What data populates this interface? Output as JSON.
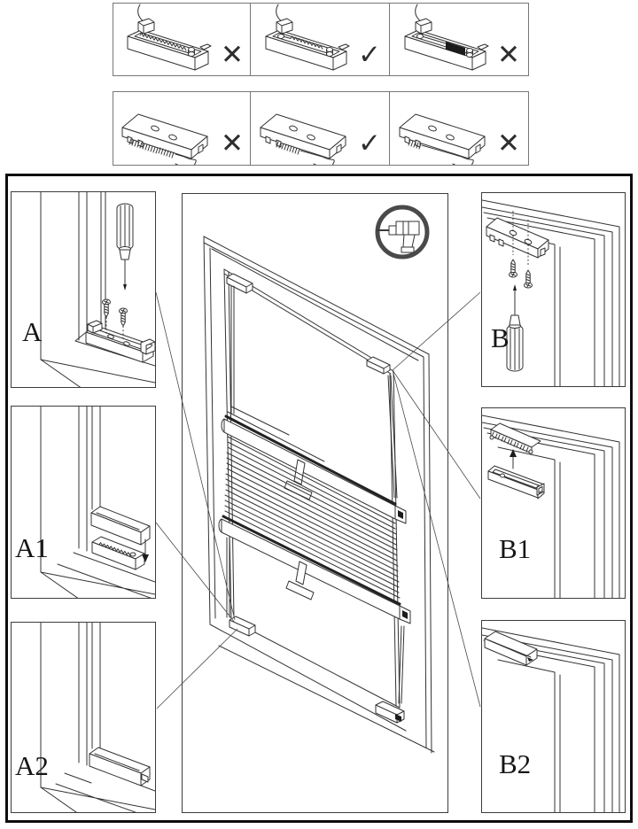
{
  "palette": {
    "line": "#333333",
    "dark_fill": "#1c1c1c",
    "ring": "#4a4a4a",
    "border_light": "#777777",
    "border_dark": "#0d0d0d"
  },
  "top_guides": {
    "rows": [
      {
        "name": "spring-position-guide",
        "cells": [
          {
            "state": "incorrect",
            "mark": "✕"
          },
          {
            "state": "correct",
            "mark": "✓"
          },
          {
            "state": "incorrect",
            "mark": "✕"
          }
        ]
      },
      {
        "name": "cord-wrap-guide",
        "cells": [
          {
            "state": "incorrect",
            "mark": "✕"
          },
          {
            "state": "correct",
            "mark": "✓"
          },
          {
            "state": "incorrect",
            "mark": "✕"
          }
        ]
      }
    ]
  },
  "main_diagram": {
    "tool_icon": "drill-icon",
    "callouts": [
      {
        "label": "A"
      },
      {
        "label": "A1"
      },
      {
        "label": "A2"
      },
      {
        "label": "B"
      },
      {
        "label": "B1"
      },
      {
        "label": "B2"
      }
    ]
  }
}
